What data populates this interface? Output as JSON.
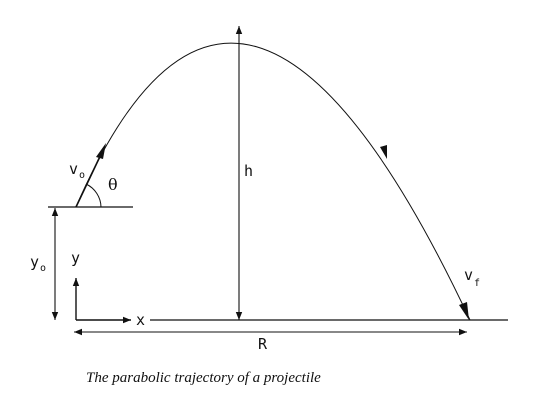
{
  "labels": {
    "v0_main": "v",
    "v0_sub": "o",
    "theta": "θ",
    "h": "h",
    "vf_main": "v",
    "vf_sub": "f",
    "y0_main": "y",
    "y0_sub": "o",
    "y_axis": "y",
    "x_axis": "x",
    "range": "R"
  },
  "caption": "The parabolic trajectory of a projectile"
}
